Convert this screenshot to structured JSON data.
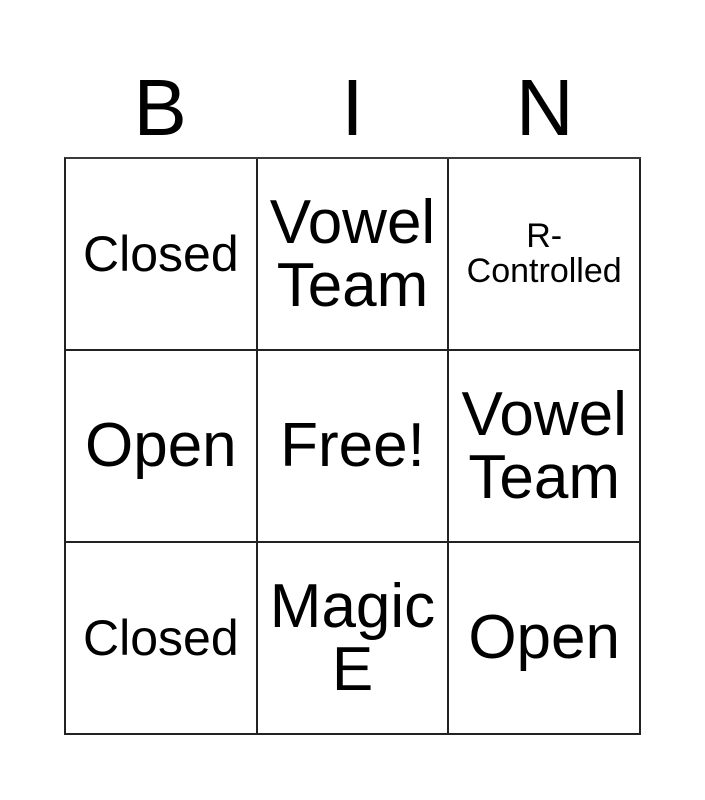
{
  "card": {
    "type": "bingo-card",
    "columns": 3,
    "rows": 3,
    "headers": [
      "B",
      "I",
      "N"
    ],
    "free_space": {
      "row": 2,
      "column": 2,
      "label": "Free!"
    },
    "colors": {
      "background": "#ffffff",
      "text": "#000000",
      "grid_line": "#222222"
    },
    "cells": [
      {
        "id": "b1",
        "column": "B",
        "row": 1,
        "label": "Closed",
        "size": "size-md"
      },
      {
        "id": "i1",
        "column": "I",
        "row": 1,
        "label": "Vowel Team",
        "size": "size-lg"
      },
      {
        "id": "n1",
        "column": "N",
        "row": 1,
        "label": "R-\nControlled",
        "size": "size-sm"
      },
      {
        "id": "b2",
        "column": "B",
        "row": 2,
        "label": "Open",
        "size": "size-lg"
      },
      {
        "id": "i2",
        "column": "I",
        "row": 2,
        "label": "Free!",
        "size": "size-lg"
      },
      {
        "id": "n2",
        "column": "N",
        "row": 2,
        "label": "Vowel Team",
        "size": "size-lg"
      },
      {
        "id": "b3",
        "column": "B",
        "row": 3,
        "label": "Closed",
        "size": "size-md"
      },
      {
        "id": "i3",
        "column": "I",
        "row": 3,
        "label": "Magic E",
        "size": "size-lg"
      },
      {
        "id": "n3",
        "column": "N",
        "row": 3,
        "label": "Open",
        "size": "size-lg"
      }
    ]
  }
}
